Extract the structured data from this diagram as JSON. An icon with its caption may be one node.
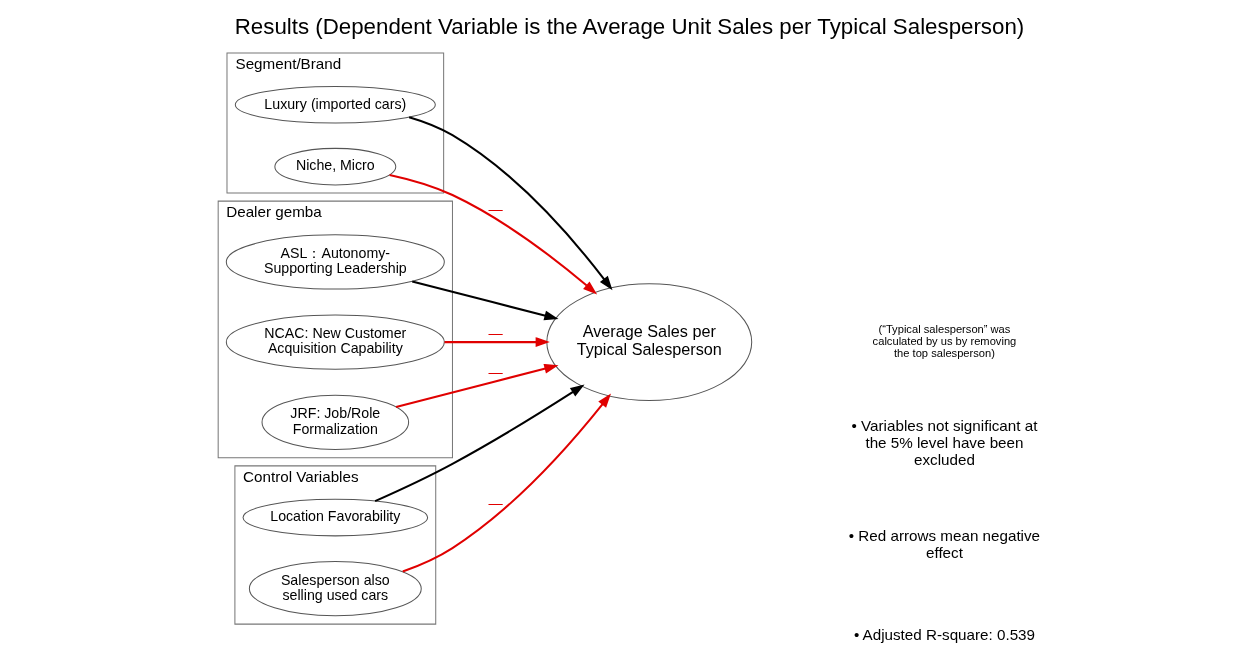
{
  "diagram": {
    "title": "Results (Dependent Variable is the Average Unit Sales per Typical Salesperson)",
    "nodes": [
      {
        "text": [
          "Segment/Brand"
        ]
      },
      {
        "text": [
          "Luxury (imported cars)"
        ],
        "in": 0
      },
      {
        "text": [
          "Niche, Micro"
        ],
        "in": 0
      },
      {
        "text": [
          "Dealer gemba"
        ]
      },
      {
        "text": [
          "ASL：Autonomy-Supporting Leadership"
        ],
        "in": 3
      },
      {
        "text": [
          "NCAC: New Customer Acquisition Capability"
        ],
        "in": 3
      },
      {
        "text": [
          "JRF: Job/Role Formalization"
        ],
        "in": 3
      },
      {
        "text": [
          "Average Sales per Typical Salesperson"
        ]
      },
      {
        "text": [
          "Control Variables"
        ]
      },
      {
        "text": [
          "Location Favorability"
        ],
        "in": 8
      },
      {
        "text": [
          "Salesperson also selling used cars"
        ],
        "in": 8
      }
    ],
    "edges": [
      {
        "from": 1,
        "to": 7,
        "arrow": "to",
        "color": "#000000"
      },
      {
        "from": 2,
        "to": 7,
        "arrow": "to",
        "label": "—"
      },
      {
        "from": 4,
        "to": 7,
        "arrow": "to",
        "color": "#000000"
      },
      {
        "from": 5,
        "to": 7,
        "arrow": "to",
        "label": "—"
      },
      {
        "from": 6,
        "to": 7,
        "arrow": "to",
        "label": "—"
      },
      {
        "from": 9,
        "to": 7,
        "arrow": "to",
        "color": "#000000"
      },
      {
        "from": 10,
        "to": 7,
        "arrow": "to",
        "label": "—"
      }
    ],
    "labels": [
      "(“Typical salesperson” was calculated by us by removing the top salesperson)",
      "• Variables not significant at the 5% level have been excluded",
      "• Red arrows mean negative effect",
      "• Adjusted R-square: 0.539"
    ]
  }
}
